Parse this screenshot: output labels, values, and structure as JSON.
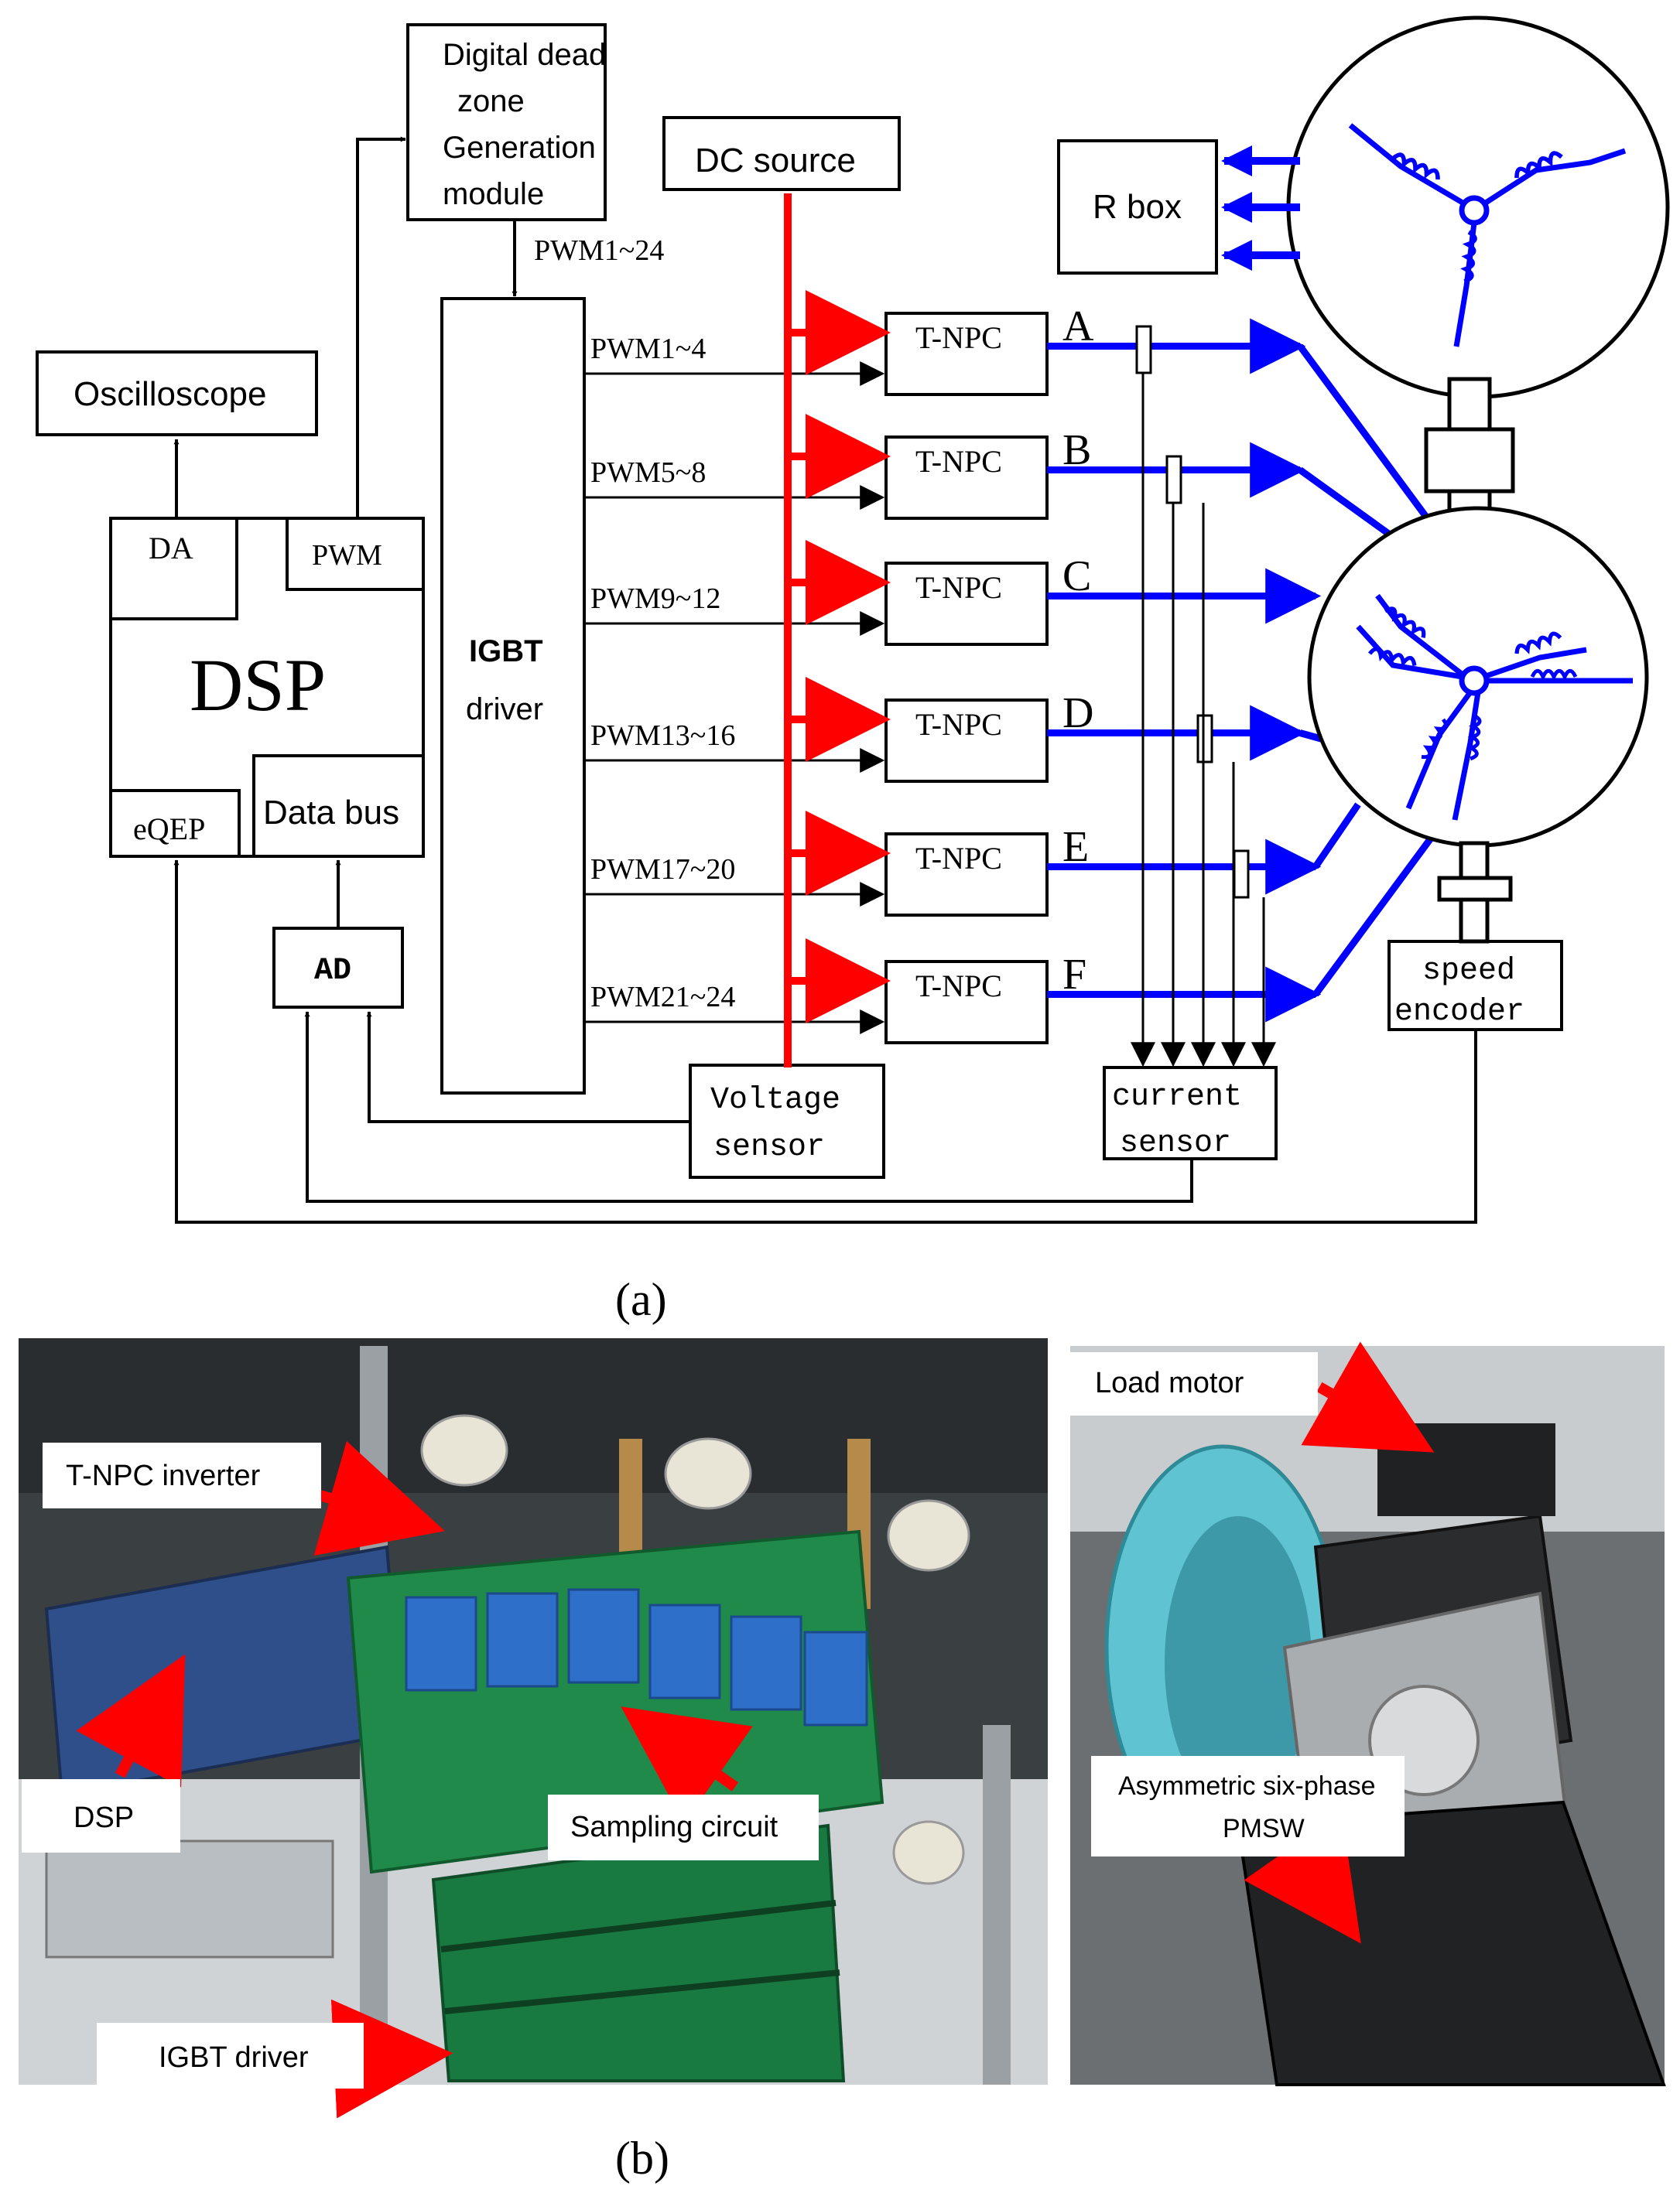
{
  "diagram": {
    "blocks": {
      "dead_zone": [
        "Digital dead",
        "zone",
        "Generation",
        "module"
      ],
      "dc_source": "DC source",
      "r_box": "R box",
      "oscilloscope": "Oscilloscope",
      "da": "DA",
      "pwm": "PWM",
      "dsp": "DSP",
      "eqep": "eQEP",
      "data_bus": "Data bus",
      "ad": "AD",
      "igbt_driver": [
        "IGBT",
        "driver"
      ],
      "voltage_sensor": [
        "Voltage",
        "sensor"
      ],
      "current_sensor": [
        "current",
        "sensor"
      ],
      "speed_encoder": [
        "speed",
        "encoder"
      ],
      "inverter_label": "T-NPC"
    },
    "pwm_top": "PWM1~24",
    "pwm_groups": [
      "PWM1~4",
      "PWM5~8",
      "PWM9~12",
      "PWM13~16",
      "PWM17~20",
      "PWM21~24"
    ],
    "phases": [
      "A",
      "B",
      "C",
      "D",
      "E",
      "F"
    ],
    "colors": {
      "power": "#ff0000",
      "phase": "#0000ff",
      "signal": "#000000"
    }
  },
  "photo_labels": {
    "tnpc_inverter": "T-NPC inverter",
    "dsp": "DSP",
    "sampling_circuit": "Sampling circuit",
    "igbt_driver": "IGBT driver",
    "load_motor": "Load motor",
    "asym_line1": "Asymmetric  six-phase",
    "asym_line2": "PMSW"
  },
  "captions": {
    "a": "(a)",
    "b": "(b)"
  }
}
